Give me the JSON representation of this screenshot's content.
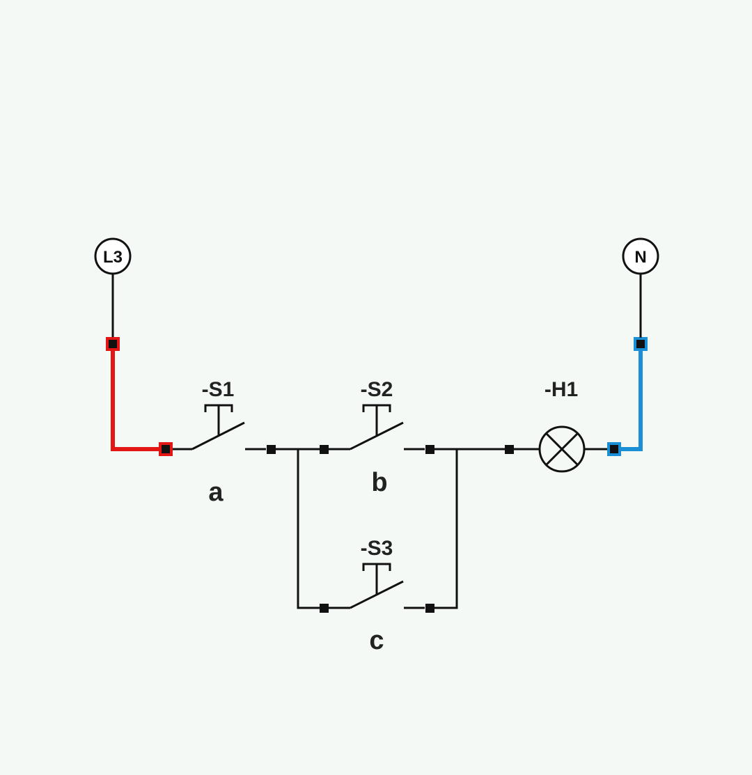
{
  "supply": {
    "line_label": "L3",
    "neutral_label": "N"
  },
  "switches": [
    {
      "id": "s1",
      "tag": "-S1",
      "letter": "a"
    },
    {
      "id": "s2",
      "tag": "-S2",
      "letter": "b"
    },
    {
      "id": "s3",
      "tag": "-S3",
      "letter": "c"
    }
  ],
  "lamp": {
    "tag": "-H1"
  },
  "colors": {
    "live": "#e31616",
    "neutral": "#1a8fd6",
    "wire": "#111111",
    "background": "#f5f9f6"
  }
}
